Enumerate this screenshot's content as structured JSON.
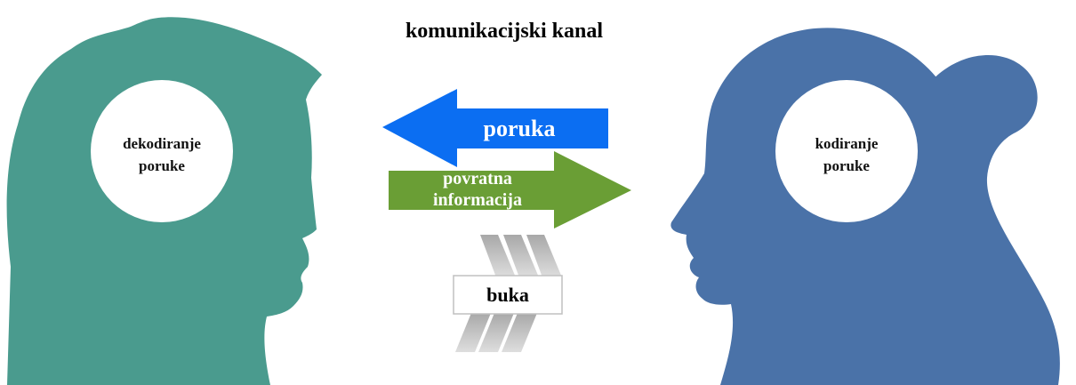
{
  "title": "komunikacijski kanal",
  "left_head": {
    "label_line1": "dekodiranje",
    "label_line2": "poruke",
    "color": "#4a9b8e"
  },
  "right_head": {
    "label_line1": "kodiranje",
    "label_line2": "poruke",
    "color": "#4a72a8"
  },
  "message_arrow": {
    "label": "poruka",
    "direction": "left",
    "color": "#0b6ef2"
  },
  "feedback_arrow": {
    "label_line1": "povratna",
    "label_line2": "informacija",
    "direction": "right",
    "color": "#6a9e35"
  },
  "noise": {
    "label": "buka",
    "color": "#b0b0b0"
  }
}
